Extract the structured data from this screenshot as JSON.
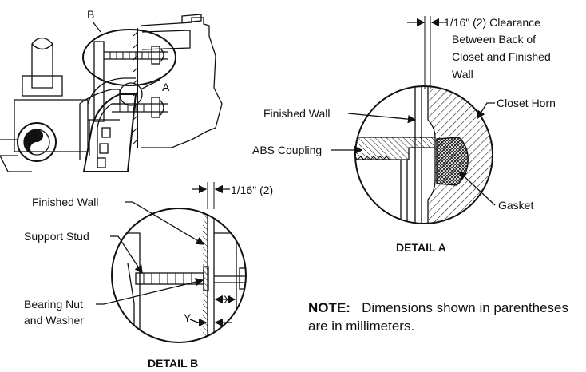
{
  "overview": {
    "label_b": "B",
    "label_a": "A"
  },
  "detail_a": {
    "clearance_lines": [
      "1/16\" (2) Clearance",
      "Between Back of",
      "Closet and Finished",
      "Wall"
    ],
    "finished_wall": "Finished Wall",
    "closet_horn": "Closet Horn",
    "abs_coupling": "ABS Coupling",
    "gasket": "Gasket",
    "caption": "DETAIL A"
  },
  "detail_b": {
    "finished_wall": "Finished Wall",
    "dimension": "1/16\" (2)",
    "support_stud": "Support Stud",
    "bearing_nut_lines": [
      "Bearing Nut",
      "and Washer"
    ],
    "x": "X",
    "y": "Y",
    "caption": "DETAIL B"
  },
  "note": {
    "heading": "NOTE:",
    "text": "Dimensions shown in parentheses are in millimeters."
  }
}
